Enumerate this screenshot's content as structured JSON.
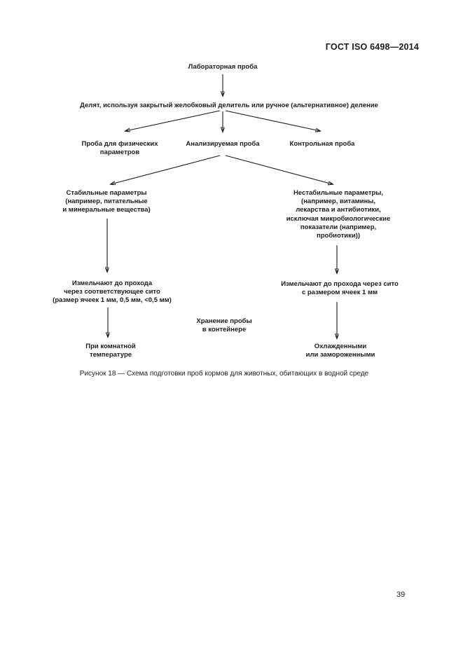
{
  "page": {
    "header": "ГОСТ ISO 6498—2014",
    "caption": "Рисунок 18 — Схема подготовки проб кормов для животных, обитающих в водной среде",
    "page_number": "39",
    "ink_color": "#1a1a1a",
    "background_color": "#ffffff"
  },
  "flowchart": {
    "nodes": {
      "lab_sample": [
        "Лабораторная проба"
      ],
      "divide": [
        "Делят, используя закрытый желобковый делитель или ручное (альтернативное) деление"
      ],
      "physical": [
        "Проба для физических",
        "параметров"
      ],
      "analyzed": [
        "Анализируемая проба"
      ],
      "control": [
        "Контрольная проба"
      ],
      "stable": [
        "Стабильные параметры",
        "(например, питательные",
        "и минеральные вещества)"
      ],
      "unstable": [
        "Нестабильные параметры,",
        "(например, витамины,",
        "лекарства и антибиотики,",
        "исключая микробиологические",
        "показатели (например,",
        "пробиотики))"
      ],
      "grind_left": [
        "Измельчают до прохода",
        "через соответствующее сито",
        "(размер ячеек 1 мм, 0,5 мм, <0,5 мм)"
      ],
      "grind_right": [
        "Измельчают до прохода через сито",
        "с размером ячеек 1 мм"
      ],
      "storage": [
        "Хранение пробы",
        "в контейнере"
      ],
      "room_temp": [
        "При комнатной",
        "температуре"
      ],
      "cooled": [
        "Охлажденными",
        "или замороженными"
      ]
    }
  }
}
